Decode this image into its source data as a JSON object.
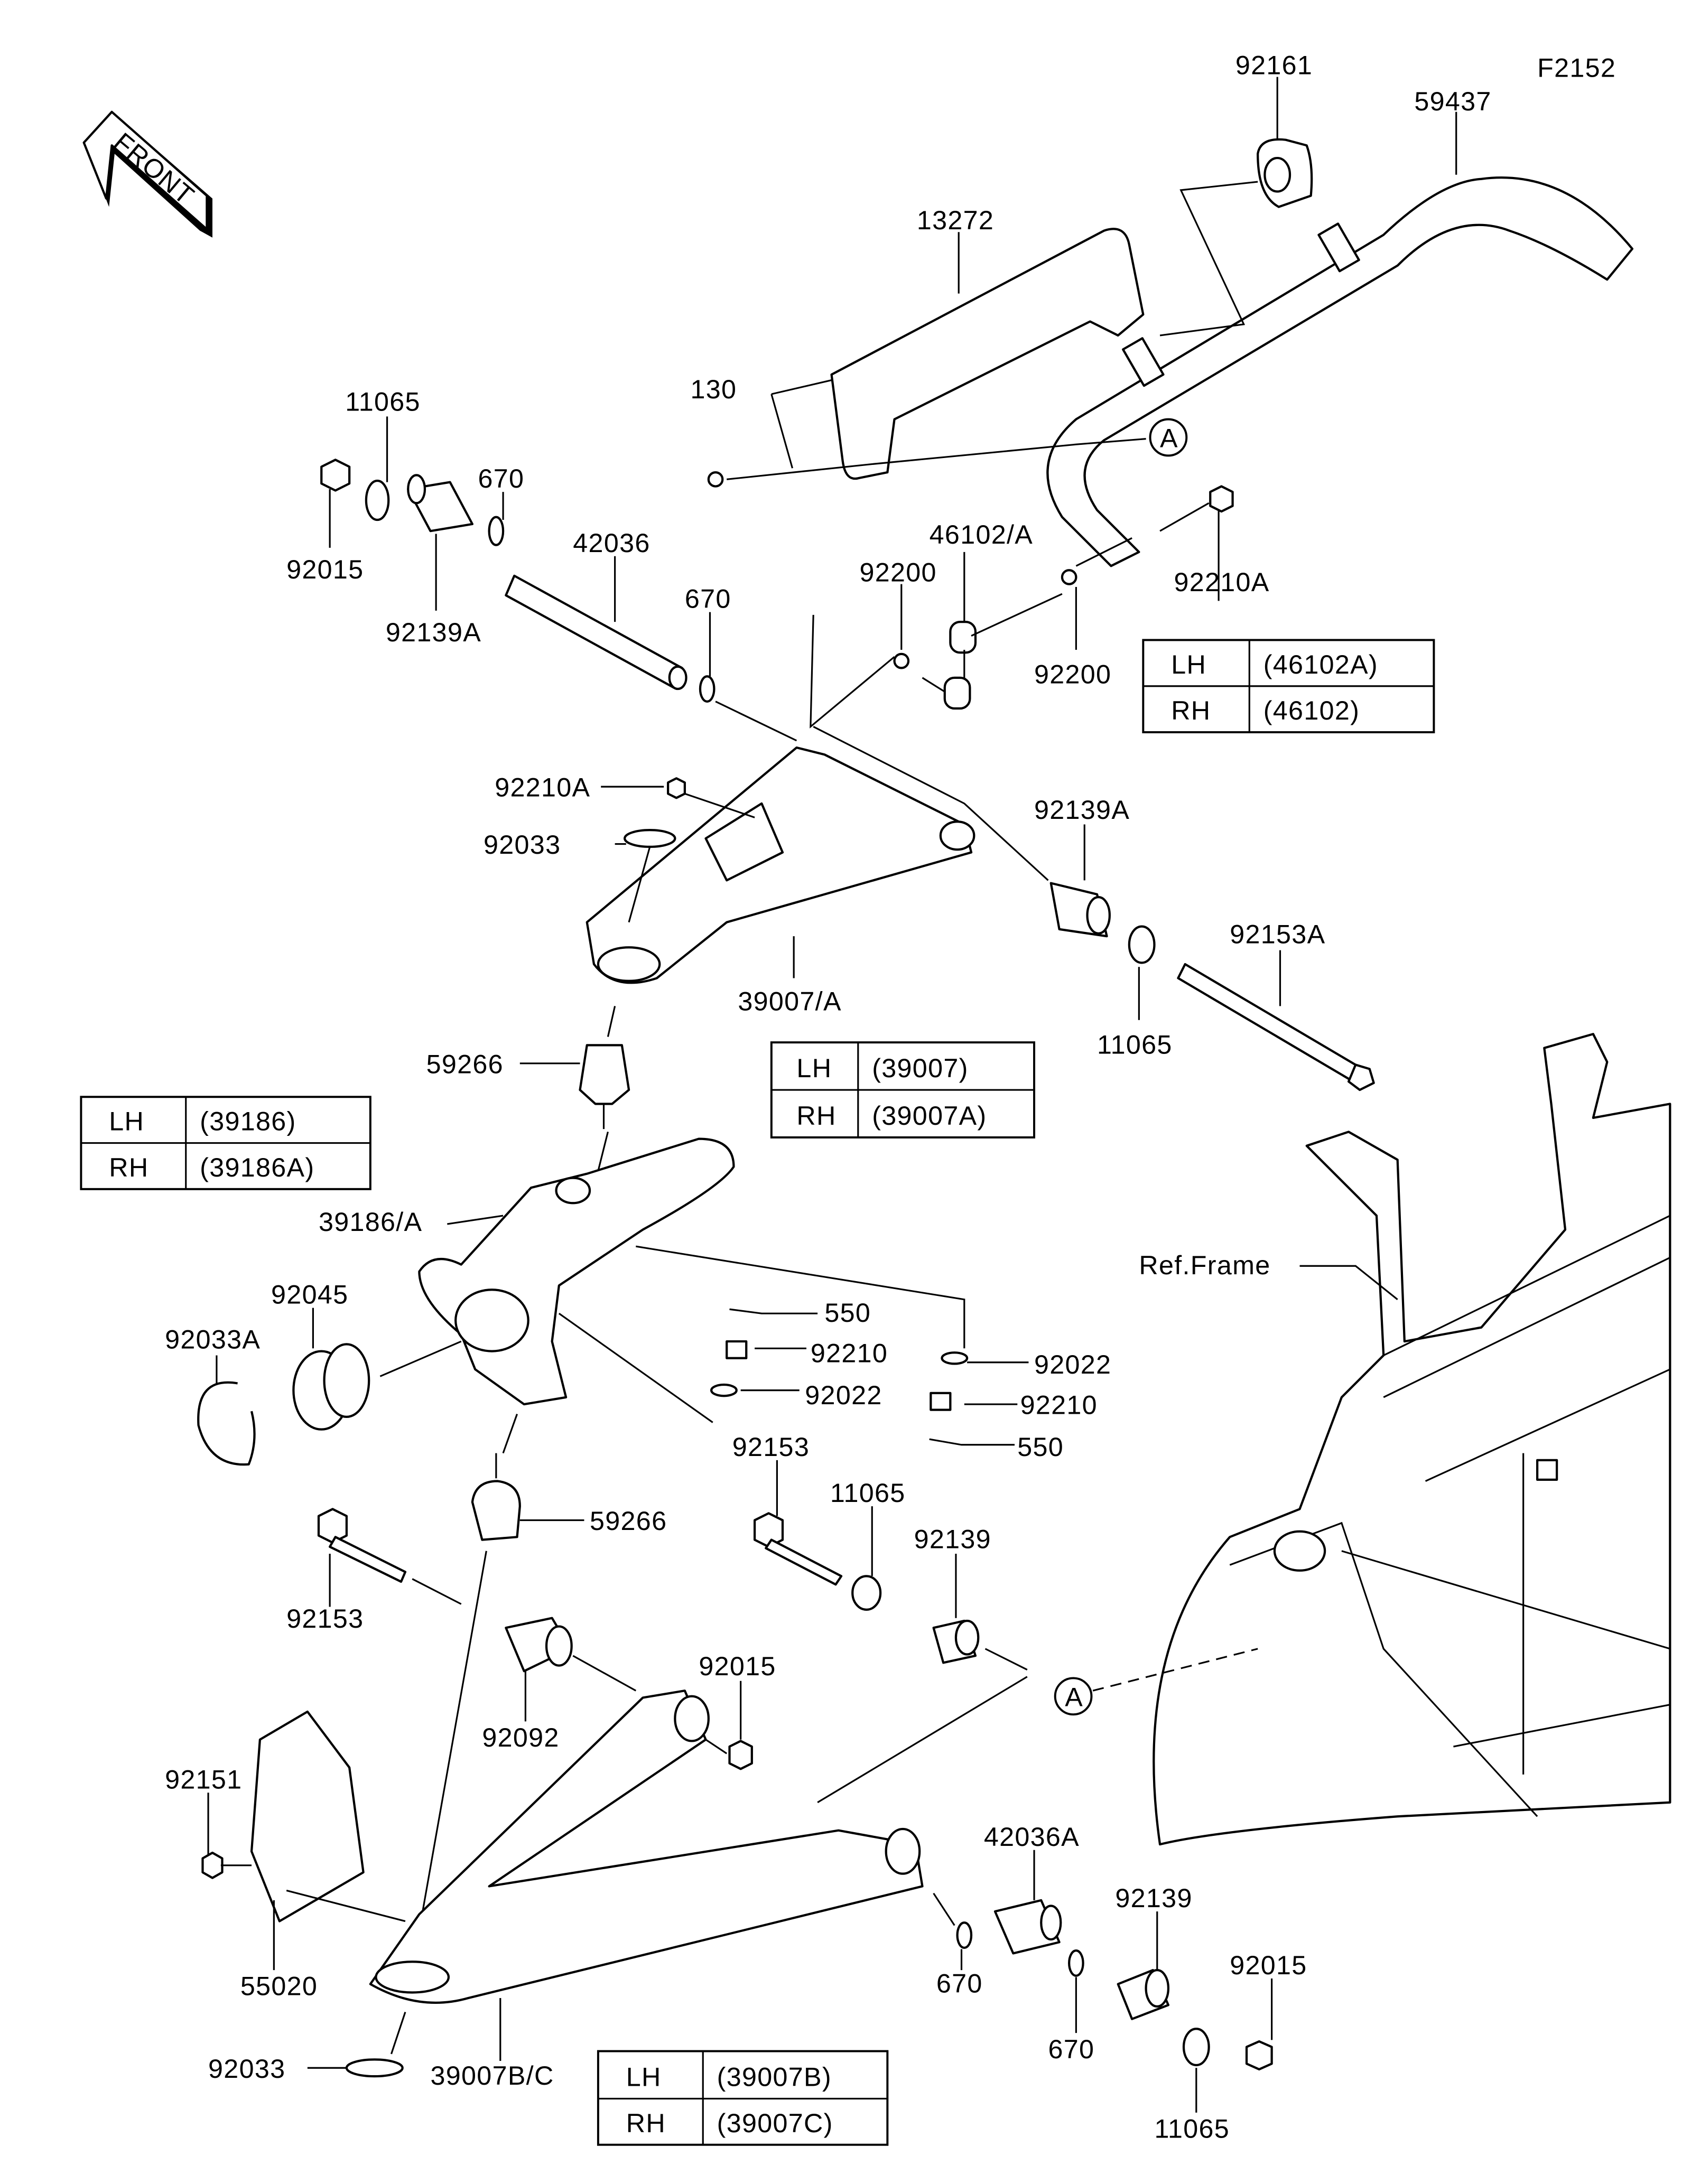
{
  "diagram_code": "F2152",
  "front_arrow_label": "FRONT",
  "ref_frame_label": "Ref.Frame",
  "reference_marker": "A",
  "parts": {
    "p92161": "92161",
    "p59437": "59437",
    "p13272": "13272",
    "p130": "130",
    "p11065_a": "11065",
    "p670_a": "670",
    "p92015_a": "92015",
    "p92139A_a": "92139A",
    "p42036": "42036",
    "p670_b": "670",
    "p46102A": "46102/A",
    "p92200_a": "92200",
    "p92200_b": "92200",
    "p92210A_a": "92210A",
    "p92210A_b": "92210A",
    "p92033_a": "92033",
    "p92139A_b": "92139A",
    "p92153A": "92153A",
    "p39007A": "39007/A",
    "p11065_b": "11065",
    "p59266_a": "59266",
    "p39186A": "39186/A",
    "p92045": "92045",
    "p92033A": "92033A",
    "p550_a": "550",
    "p92210_a": "92210",
    "p92022_a": "92022",
    "p92022_b": "92022",
    "p92210_b": "92210",
    "p550_b": "550",
    "p92153_a": "92153",
    "p11065_c": "11065",
    "p92139_a": "92139",
    "p59266_b": "59266",
    "p92153_b": "92153",
    "p92015_b": "92015",
    "p92092": "92092",
    "p92151": "92151",
    "p42036A": "42036A",
    "p92139_b": "92139",
    "p92015_c": "92015",
    "p670_c": "670",
    "p55020": "55020",
    "p670_d": "670",
    "p92033_b": "92033",
    "p39007BC": "39007B/C",
    "p11065_d": "11065"
  },
  "tables": [
    {
      "rows": [
        {
          "side": "LH",
          "part": "(46102A)"
        },
        {
          "side": "RH",
          "part": "(46102)"
        }
      ]
    },
    {
      "rows": [
        {
          "side": "LH",
          "part": "(39007)"
        },
        {
          "side": "RH",
          "part": "(39007A)"
        }
      ]
    },
    {
      "rows": [
        {
          "side": "LH",
          "part": "(39186)"
        },
        {
          "side": "RH",
          "part": "(39186A)"
        }
      ]
    },
    {
      "rows": [
        {
          "side": "LH",
          "part": "(39007B)"
        },
        {
          "side": "RH",
          "part": "(39007C)"
        }
      ]
    }
  ]
}
